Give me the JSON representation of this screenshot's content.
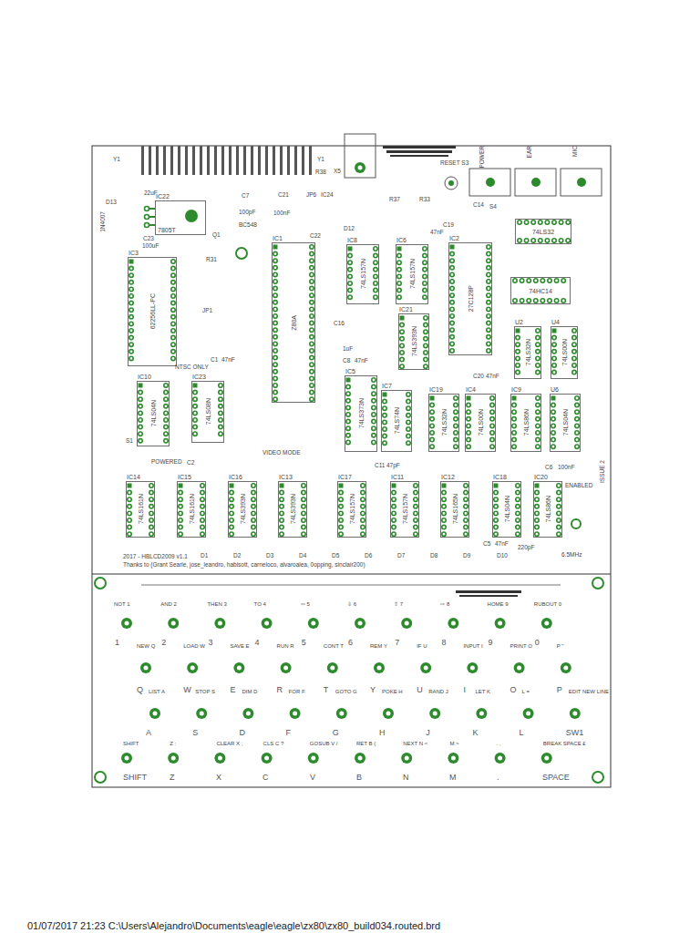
{
  "diagram": {
    "nodes": [
      {
        "text": [
          "IC22",
          "7805T"
        ]
      },
      {
        "text": [
          "IC3",
          "62256LL-PC"
        ]
      },
      {
        "text": [
          "IC1",
          "Z80A"
        ]
      },
      {
        "text": [
          "IC8",
          "74LS157N"
        ]
      },
      {
        "text": [
          "IC6",
          "74LS157N"
        ]
      },
      {
        "text": [
          "IC2",
          "27C128P"
        ]
      },
      {
        "text": [
          "IC21",
          "74LS393N"
        ]
      },
      {
        "text": [
          "IC5",
          "74LS373N"
        ]
      },
      {
        "text": [
          "IC7",
          "74LS74N"
        ]
      },
      {
        "text": [
          "IC19",
          "74LS32N"
        ]
      },
      {
        "text": [
          "IC4",
          "74LS00N"
        ]
      },
      {
        "text": [
          "IC9",
          "74LS86N"
        ]
      },
      {
        "text": [
          "U6",
          "74LS04N"
        ]
      },
      {
        "text": [
          "U2",
          "74LS32N"
        ]
      },
      {
        "text": [
          "U4",
          "74LS00N"
        ]
      },
      {
        "text": [
          "74LS32"
        ]
      },
      {
        "text": [
          "74HC14"
        ]
      },
      {
        "text": [
          "IC10",
          "74LS04N"
        ]
      },
      {
        "text": [
          "IC23",
          "74LS08N"
        ]
      },
      {
        "text": [
          "IC14",
          "74LS161N"
        ]
      },
      {
        "text": [
          "IC15",
          "74LS161N"
        ]
      },
      {
        "text": [
          "IC16",
          "74LS393N"
        ]
      },
      {
        "text": [
          "IC13",
          "74LS393N"
        ]
      },
      {
        "text": [
          "IC17",
          "74LS157N"
        ]
      },
      {
        "text": [
          "IC11",
          "74LS157N"
        ]
      },
      {
        "text": [
          "IC12",
          "74LS165N"
        ]
      },
      {
        "text": [
          "IC18",
          "74LS04N"
        ]
      },
      {
        "text": [
          "IC20",
          "74LS86N"
        ]
      }
    ],
    "labels": [
      "Y1",
      "Y1",
      "X5",
      "R38",
      "IC24",
      "JP6",
      "RESET S3",
      "POWER",
      "EAR",
      "MIC",
      "D13",
      "22uF",
      "1N4007",
      "C23",
      "100uF",
      "C7",
      "100pF",
      "C21",
      "100nF",
      "BC548",
      "Q1",
      "R31",
      "JP1",
      "R37",
      "R33",
      "C19",
      "47nF",
      "C14",
      "S4",
      "D12",
      "C22",
      "C16",
      "1uF",
      "C1",
      "47nF",
      "NTSC ONLY",
      "VIDEO MODE",
      "C8",
      "47nF",
      "C11",
      "47pF",
      "C20",
      "47nF",
      "C6",
      "100nF",
      "ENABLED",
      "ISSUE 2",
      "6.5MHz",
      "C5",
      "47nF",
      "220pF",
      "D10",
      "D1",
      "D2",
      "D3",
      "D4",
      "D5",
      "D6",
      "D7",
      "D8",
      "D9",
      "S1",
      "POWERED",
      "C2",
      "2017 - HBLCD2009 v1.1",
      "Thanks to (Grant Searle, jose_leandro, habisott, carneloco, alvaroalea, 0opping, sinclair200)",
      "01/07/2017 21:23  C:\\Users\\Alejandro\\Documents\\eagle\\eagle\\zx80\\zx80_build034.routed.brd",
      "NOT 1",
      "AND 2",
      "THEN 3",
      "TO 4",
      "⇦ 5",
      "⇩ 6",
      "⇧ 7",
      "⇨ 8",
      "HOME 9",
      "RUBOUT 0",
      "NEW Q",
      "LOAD W",
      "SAVE E",
      "RUN R",
      "CONT T",
      "REM Y",
      "IF U",
      "INPUT I",
      "PRINT O",
      "P \"",
      "LIST A",
      "STOP S",
      "DIM D",
      "FOR F",
      "GOTO G",
      "POKE H",
      "RAND J",
      "LET K",
      "L =",
      "EDIT NEW LINE",
      "SHIFT",
      "Z :",
      "CLEAR X ;",
      "CLS C ?",
      "GOSUB V /",
      "RET B (",
      "NEXT N <",
      "M >",
      ". ,",
      "BREAK SPACE £",
      "1",
      "2",
      "3",
      "4",
      "5",
      "6",
      "7",
      "8",
      "9",
      "0",
      "Q",
      "W",
      "E",
      "R",
      "T",
      "Y",
      "U",
      "I",
      "O",
      "P",
      "A",
      "S",
      "D",
      "F",
      "G",
      "H",
      "J",
      "K",
      "L",
      "SW1",
      "SHIFT",
      "Z",
      "X",
      "C",
      "V",
      "B",
      "N",
      "M",
      ".",
      "SPACE"
    ]
  }
}
